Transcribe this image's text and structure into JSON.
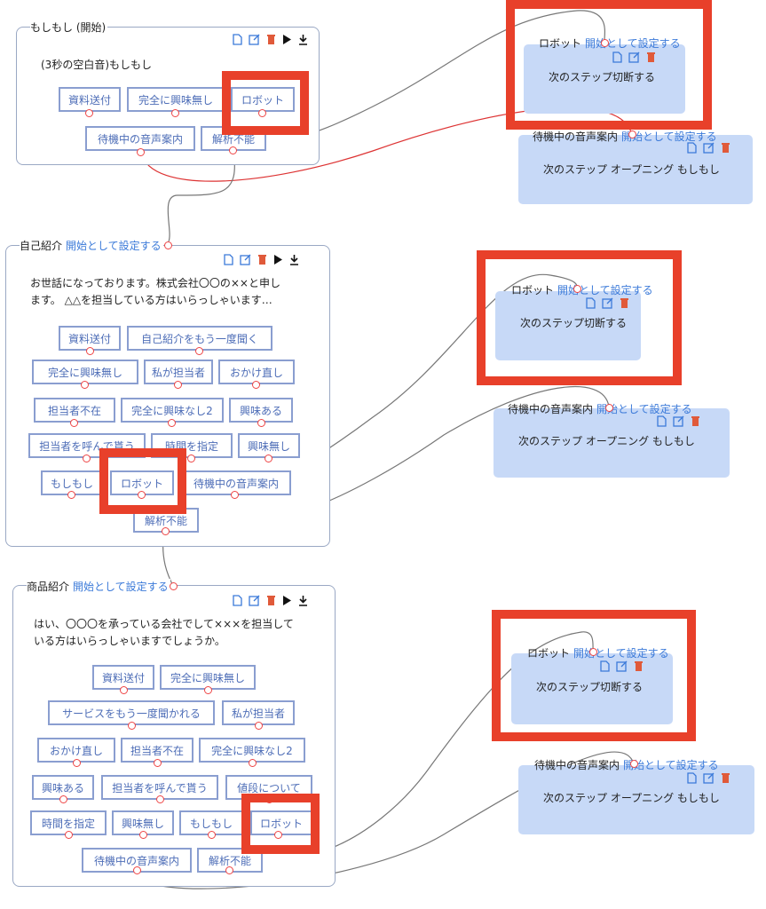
{
  "start_label": "開始として設定する",
  "cards": [
    {
      "title": "もしもし (開始)",
      "text": "(3秒の空白音)もしもし",
      "buttons": [
        "資料送付",
        "完全に興味無し",
        "ロボット",
        "待機中の音声案内",
        "解析不能"
      ]
    },
    {
      "title": "自己紹介",
      "text_line1": "お世話になっております。株式会社〇〇の××と申し",
      "text_line2": "ます。 △△を担当している方はいらっしゃいます…",
      "buttons": [
        "資料送付",
        "自己紹介をもう一度聞く",
        "完全に興味無し",
        "私が担当者",
        "おかけ直し",
        "担当者不在",
        "完全に興味なし2",
        "興味ある",
        "担当者を呼んで貰う",
        "時間を指定",
        "興味無し",
        "もしもし",
        "ロボット",
        "待機中の音声案内",
        "解析不能"
      ]
    },
    {
      "title": "商品紹介",
      "text_line1": "はい、〇〇〇を承っている会社でして×××を担当して",
      "text_line2": "いる方はいらっしゃいますでしょうか。",
      "buttons": [
        "資料送付",
        "完全に興味無し",
        "サービスをもう一度聞かれる",
        "私が担当者",
        "おかけ直し",
        "担当者不在",
        "完全に興味なし2",
        "興味ある",
        "担当者を呼んで貰う",
        "値段について",
        "時間を指定",
        "興味無し",
        "もしもし",
        "ロボット",
        "待機中の音声案内",
        "解析不能"
      ]
    }
  ],
  "nodes": {
    "robot_title": "ロボット",
    "robot_body": "次のステップ切断する",
    "waiting_title": "待機中の音声案内",
    "waiting_body": "次のステップ オープニング もしもし"
  },
  "icons": [
    "copy-icon",
    "edit-icon",
    "trash-icon",
    "play-icon",
    "download-icon"
  ],
  "colors": {
    "accent": "#3b7ad9",
    "button_text": "#4d6db7",
    "node_bg": "#c7d9f7",
    "highlight": "#e8402a",
    "trash": "#e05a3a"
  }
}
